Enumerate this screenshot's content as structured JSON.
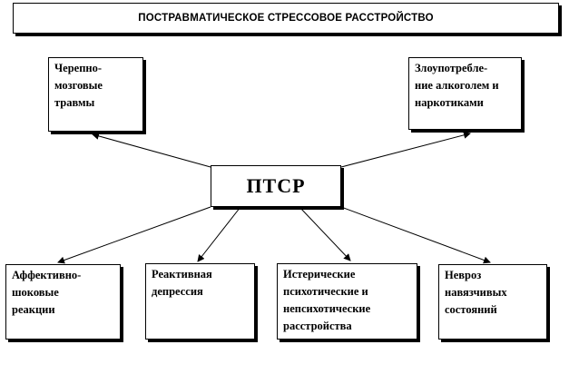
{
  "title": "ПОСТРАВМАТИЧЕСКОЕ  СТРЕССОВОЕ РАССТРОЙСТВО",
  "center": "ПТСР",
  "top_nodes": [
    {
      "label": "Черепно-\nмозговые\nтравмы"
    },
    {
      "label": "Злоупотребле-\nние алкоголем  и\nнаркотиками"
    }
  ],
  "bottom_nodes": [
    {
      "label": "Аффективно-\nшоковые\nреакции"
    },
    {
      "label": "Реактивная\nдепрессия"
    },
    {
      "label": "Истерические\nпсихотические и\nнепсихотические\nрасстройства"
    },
    {
      "label": "Невроз\nнавязчивых\nсостояний"
    }
  ],
  "colors": {
    "line": "#000000",
    "background": "#ffffff"
  }
}
